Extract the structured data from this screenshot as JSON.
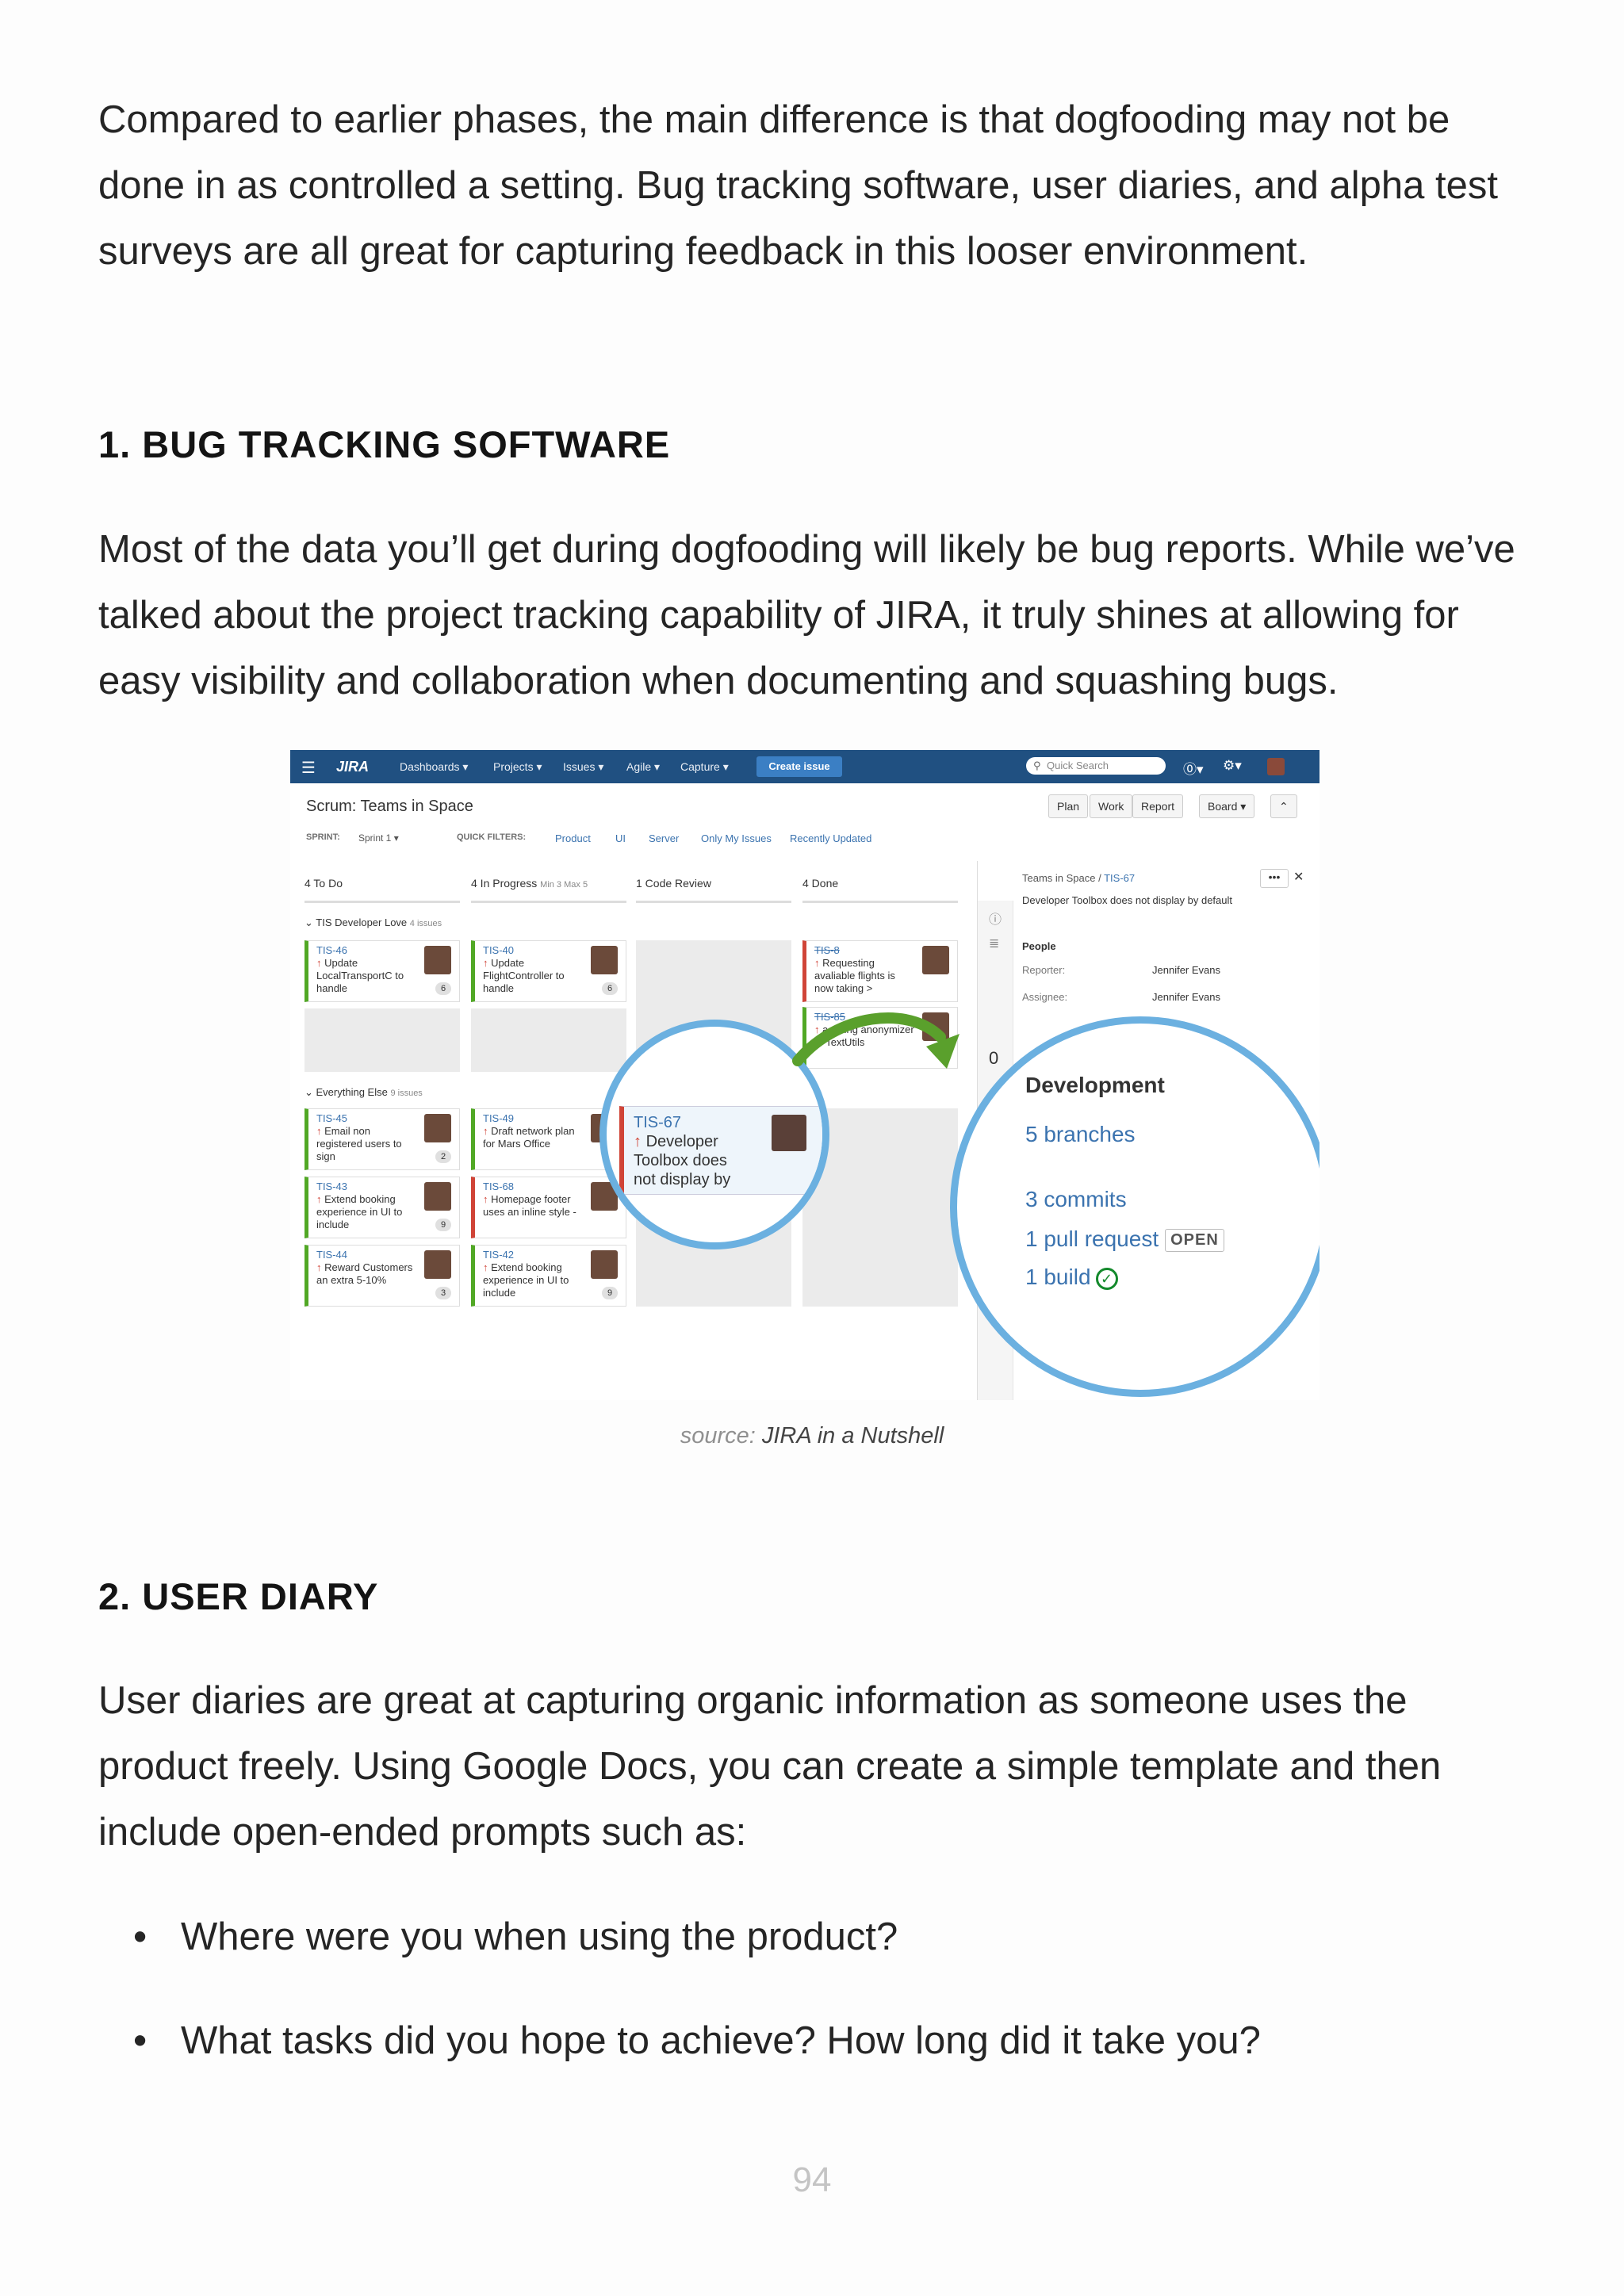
{
  "intro": "Compared to earlier phases, the main difference is that dogfooding may not be done in as controlled a setting. Bug tracking software, user diaries, and alpha test surveys are all great for capturing feedback in this looser environment.",
  "section1": {
    "heading": "1. BUG TRACKING SOFTWARE",
    "body": "Most of the data you’ll get during dogfooding will likely be bug reports. While we’ve talked about the project tracking capability of JIRA, it truly shines at allowing for easy visibility and collaboration when documenting and squashing bugs."
  },
  "figure": {
    "caption_prefix": "source:",
    "caption_source": "JIRA in a Nutshell",
    "jira": {
      "logo": "JIRA",
      "nav": [
        "Dashboards ▾",
        "Projects ▾",
        "Issues ▾",
        "Agile ▾",
        "Capture ▾"
      ],
      "create_button": "Create issue",
      "search_placeholder": "Quick Search",
      "board_title": "Scrum: Teams in Space",
      "tool_buttons": [
        "Plan",
        "Work",
        "Report",
        "Board ▾",
        "⌃"
      ],
      "sprint_label": "SPRINT:",
      "sprint_value": "Sprint 1 ▾",
      "quick_filters_label": "QUICK FILTERS:",
      "quick_filters": [
        "Product",
        "UI",
        "Server",
        "Only My Issues",
        "Recently Updated"
      ],
      "columns": [
        {
          "title": "4 To Do",
          "note": ""
        },
        {
          "title": "4 In Progress",
          "note": "Min 3  Max 5"
        },
        {
          "title": "1 Code Review",
          "note": ""
        },
        {
          "title": "4 Done",
          "note": ""
        }
      ],
      "swimlanes": [
        {
          "label": "⌄ TIS Developer Love",
          "count": "4 issues"
        },
        {
          "label": "⌄ Everything Else",
          "count": "9 issues"
        }
      ],
      "cards": {
        "tis46": {
          "key": "TIS-46",
          "title": "Update LocalTransportC to handle",
          "estimate": "6"
        },
        "tis40": {
          "key": "TIS-40",
          "title": "Update FlightController to handle",
          "estimate": "6"
        },
        "tis8": {
          "key": "TIS-8",
          "title": "Requesting avaliable flights is now taking >"
        },
        "tis85": {
          "key": "TIS-85",
          "title": "a String anonymizer to TextUtils"
        },
        "tis45": {
          "key": "TIS-45",
          "title": "Email non registered users to sign",
          "estimate": "2"
        },
        "tis49": {
          "key": "TIS-49",
          "title": "Draft network plan for Mars Office"
        },
        "tis43": {
          "key": "TIS-43",
          "title": "Extend booking experience in UI to include",
          "estimate": "9"
        },
        "tis68": {
          "key": "TIS-68",
          "title": "Homepage footer uses an inline style -"
        },
        "tis44": {
          "key": "TIS-44",
          "title": "Reward Customers an extra 5-10%",
          "estimate": "3"
        },
        "tis42": {
          "key": "TIS-42",
          "title": "Extend booking experience in UI to include",
          "estimate": "9"
        }
      },
      "detail": {
        "crumb_prefix": "Teams in Space /",
        "crumb_key": "TIS-67",
        "summary": "Developer Toolbox does not display by default",
        "people_label": "People",
        "reporter_label": "Reporter:",
        "reporter": "Jennifer Evans",
        "assignee_label": "Assignee:",
        "assignee": "Jennifer Evans",
        "rail_counts": [
          "0",
          "0"
        ]
      },
      "zoom_card": {
        "key": "TIS-67",
        "title": "Developer Toolbox does not display by"
      },
      "development": {
        "title": "Development",
        "branches": "5 branches",
        "commits": "3 commits",
        "pull_requests": "1 pull request",
        "pr_status": "OPEN",
        "builds": "1 build"
      }
    }
  },
  "section2": {
    "heading": "2. USER DIARY",
    "body": "User diaries are great at capturing organic information as someone uses the product freely. Using Google Docs, you can create a simple template and then include open-ended prompts such as:",
    "bullets": [
      "Where were you when using the product?",
      "What tasks did you hope to achieve? How long did it take you?"
    ]
  },
  "page_number": "94",
  "colors": {
    "jira_blue": "#205081",
    "accent_blue": "#6bb0e0",
    "link_blue": "#3b73af",
    "arrow_green": "#5aa02c",
    "text": "#252525"
  }
}
